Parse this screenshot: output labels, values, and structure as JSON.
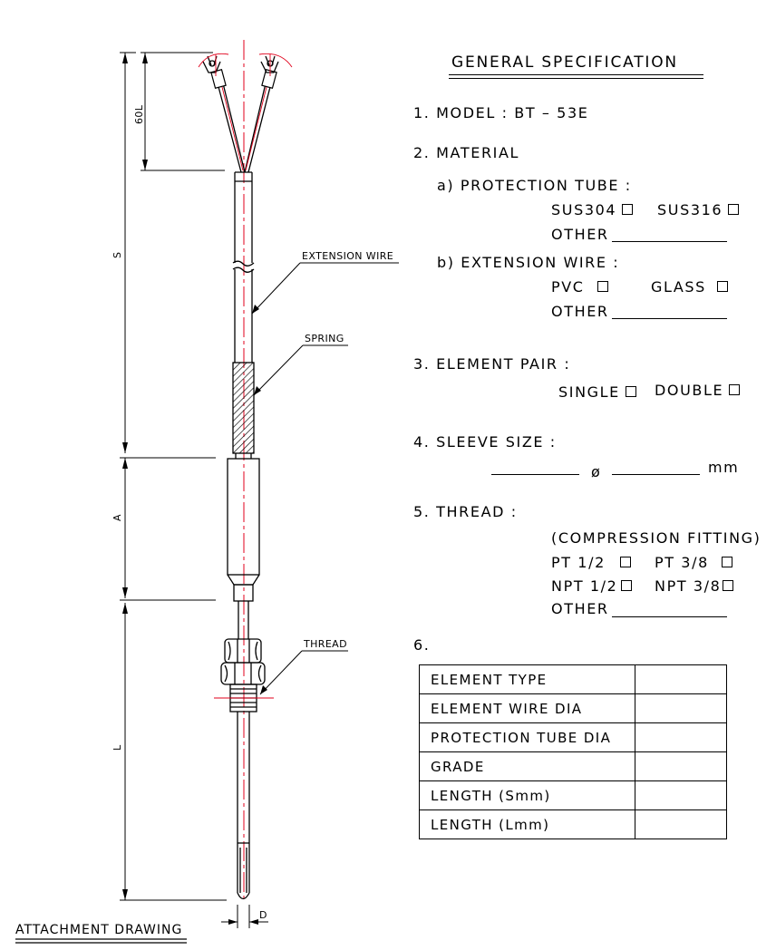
{
  "spec": {
    "title": "GENERAL SPECIFICATION",
    "model": "1. MODEL : BT – 53E",
    "material": "2. MATERIAL",
    "protection_tube": "a) PROTECTION TUBE :",
    "sus304": "SUS304",
    "sus316": "SUS316",
    "other": "OTHER",
    "extension_wire": "b) EXTENSION WIRE :",
    "pvc": "PVC",
    "glass": "GLASS",
    "element_pair": "3. ELEMENT PAIR :",
    "single": "SINGLE",
    "double": "DOUBLE",
    "sleeve_size": "4. SLEEVE SIZE :",
    "diameter_symbol": "ø",
    "mm": "mm",
    "thread": "5. THREAD :",
    "compression_fitting": "(COMPRESSION FITTING)",
    "pt12": "PT 1/2",
    "pt38": "PT 3/8",
    "npt12": "NPT 1/2",
    "npt38": "NPT 3/8",
    "item6": "6.",
    "table_rows": [
      "ELEMENT TYPE",
      "ELEMENT WIRE DIA",
      "PROTECTION TUBE DIA",
      "GRADE",
      "LENGTH (Smm)",
      "LENGTH (Lmm)"
    ]
  },
  "drawing": {
    "label_extension_wire": "EXTENSION WIRE",
    "label_spring": "SPRING",
    "label_thread": "THREAD",
    "dim_60l": "60L",
    "dim_s": "S",
    "dim_a": "A",
    "dim_l": "L",
    "dim_d": "D",
    "caption": "ATTACHMENT DRAWING"
  },
  "colors": {
    "centerline": "#e0001b",
    "line": "#000000"
  }
}
